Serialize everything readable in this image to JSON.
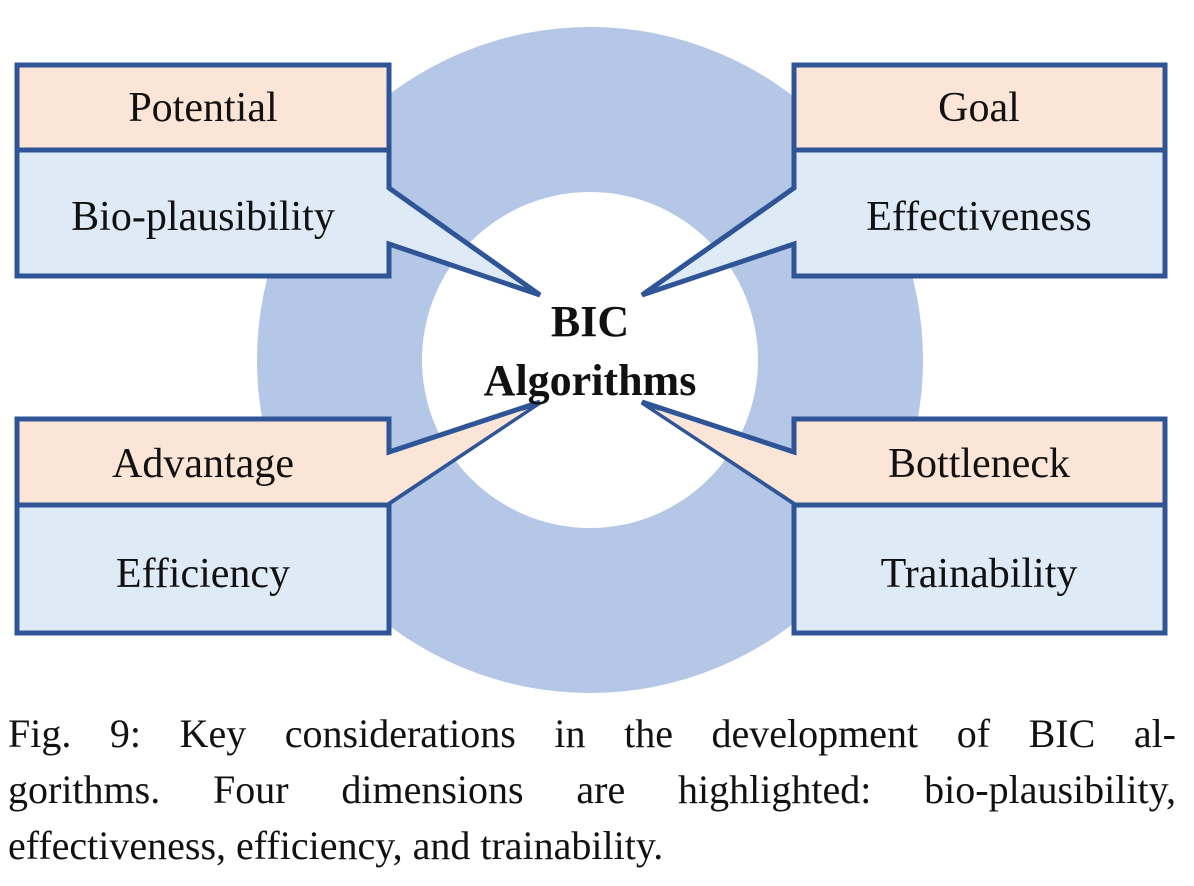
{
  "colors": {
    "ring": "#b4c7e7",
    "header_fill": "#fbe5d6",
    "body_fill": "#deebf7",
    "border": "#2f5597"
  },
  "center": {
    "line1": "BIC",
    "line2": "Algorithms"
  },
  "boxes": [
    {
      "header": "Potential",
      "body": "Bio-plausibility"
    },
    {
      "header": "Goal",
      "body": "Effectiveness"
    },
    {
      "header": "Advantage",
      "body": "Efficiency"
    },
    {
      "header": "Bottleneck",
      "body": "Trainability"
    }
  ],
  "caption": {
    "line1": "Fig. 9: Key considerations in the development of BIC al-",
    "line2": "gorithms. Four dimensions are highlighted: bio-plausibility,",
    "line3": "effectiveness, efficiency, and trainability."
  }
}
